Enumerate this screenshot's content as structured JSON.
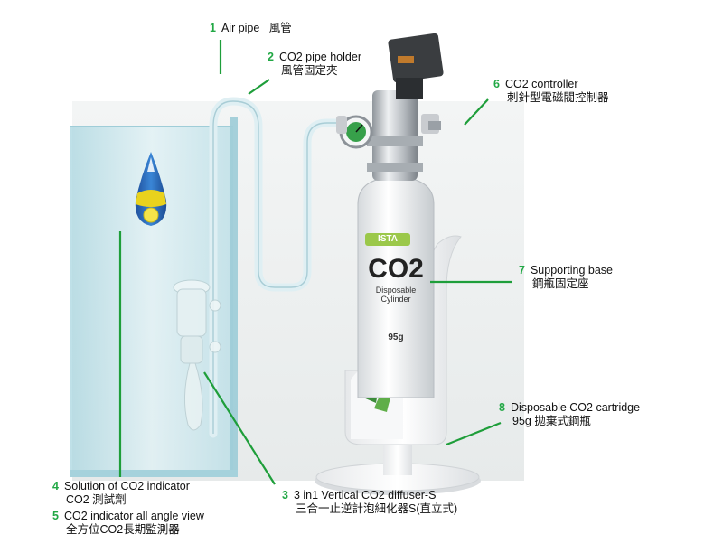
{
  "labels": {
    "air_pipe": {
      "num": "1",
      "en": "Air pipe",
      "zh": "風管"
    },
    "pipe_holder": {
      "num": "2",
      "en": "CO2 pipe holder",
      "zh": "風管固定夾"
    },
    "diffuser": {
      "num": "3",
      "en": "3 in1 Vertical CO2 diffuser-S",
      "zh": "三合一止逆計泡細化器S(直立式)"
    },
    "solution": {
      "num": "4",
      "en": "Solution of CO2 indicator",
      "zh": "CO2 測試劑"
    },
    "indicator": {
      "num": "5",
      "en": "CO2 indicator all angle view",
      "zh": "全方位CO2長期監測器"
    },
    "controller": {
      "num": "6",
      "en": "CO2 controller",
      "zh": "刺針型電磁閥控制器"
    },
    "base": {
      "num": "7",
      "en": "Supporting base",
      "zh": "鋼瓶固定座"
    },
    "cartridge": {
      "num": "8",
      "en": "Disposable CO2 cartridge",
      "zh": "95g 拋棄式鋼瓶"
    }
  },
  "cartridge_print": {
    "brand": "ISTA",
    "formula": "CO2",
    "line1": "Disposable",
    "line2": "Cylinder",
    "weight": "95g"
  },
  "colors": {
    "leader": "#1e9e3a",
    "number": "#22a845",
    "glass": "#bfe3ea",
    "metal": "#c9ccd0"
  }
}
